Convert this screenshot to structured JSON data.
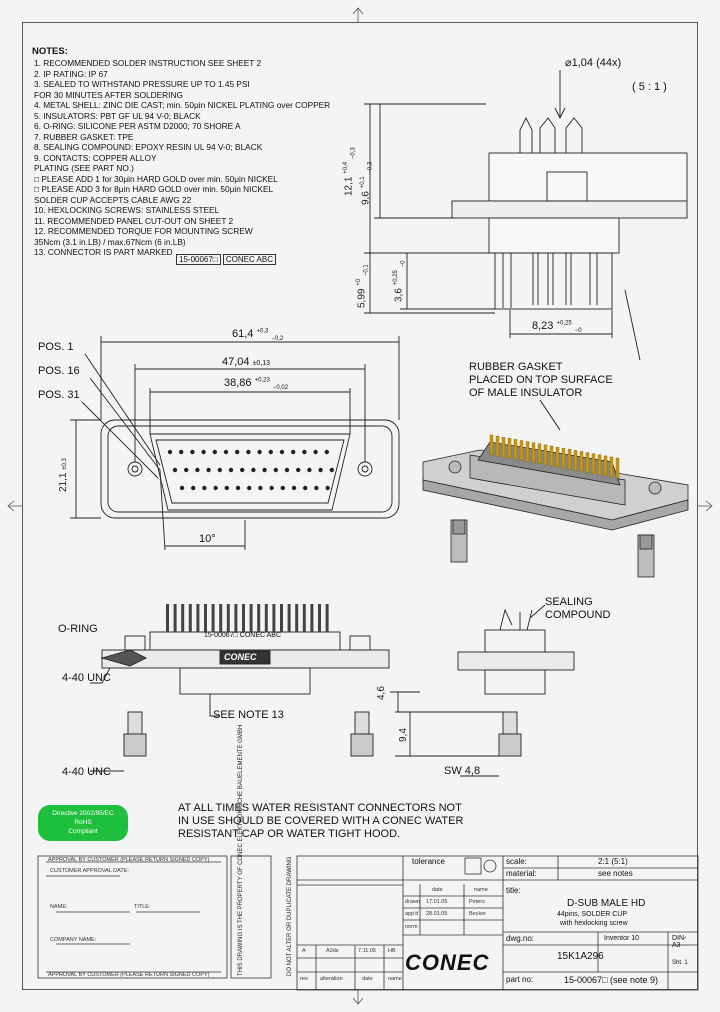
{
  "notes": {
    "title": "NOTES:",
    "items": [
      "1. RECOMMENDED SOLDER INSTRUCTION SEE SHEET 2",
      "2. IP RATING: IP 67",
      "3. SEALED TO WITHSTAND PRESSURE UP TO 1.45 PSI",
      "    FOR 30 MINUTES AFTER SOLDERING",
      "4. METAL SHELL: ZINC DIE CAST; min. 50μin NICKEL PLATING over COPPER",
      "5. INSULATORS: PBT GF UL 94 V-0; BLACK",
      "6. O-RING: SILICONE PER ASTM D2000; 70 SHORE A",
      "7. RUBBER GASKET: TPE",
      "8. SEALING COMPOUND: EPOXY RESIN UL 94 V-0; BLACK",
      "9. CONTACTS: COPPER ALLOY",
      "    PLATING (SEE PART NO.)",
      "    □ PLEASE ADD 1 for 30μin HARD GOLD over min. 50μin NICKEL",
      "    □ PLEASE ADD 3 for 8μin HARD GOLD over min. 50μin NICKEL",
      "    SOLDER CUP ACCEPTS CABLE AWG 22",
      "10. HEXLOCKING SCREWS: STAINLESS STEEL",
      "11. RECOMMENDED PANEL CUT-OUT ON SHEET 2",
      "12. RECOMMENDED TORQUE FOR MOUNTING SCREW",
      "    35Ncm (3.1 in.LB) / max.67Ncm (6 in.LB)",
      "13. CONNECTOR IS PART MARKED"
    ],
    "marking": [
      "15-00067□",
      "CONEC ABC"
    ]
  },
  "side_view": {
    "pin_dia": "⌀1,04 (44x)",
    "scale": "( 5 : 1 )",
    "dim_12_1": "12,1",
    "dim_12_1_tol": [
      "+0,4",
      "−0,3"
    ],
    "dim_9_6": "9,6",
    "dim_9_6_tol": [
      "+0,1",
      "−0,3"
    ],
    "dim_5_99": "5,99",
    "dim_5_99_tol": [
      "+0",
      "−0,1"
    ],
    "dim_3_6": "3,6",
    "dim_3_6_tol": [
      "+0,25",
      "−0"
    ],
    "dim_8_23": "8,23",
    "dim_8_23_tol": [
      "+0,25",
      "−0"
    ]
  },
  "front_view": {
    "pos1": "POS. 1",
    "pos16": "POS. 16",
    "pos31": "POS. 31",
    "dim_61_4": "61,4",
    "dim_61_4_tol": [
      "+0,3",
      "−0,2"
    ],
    "dim_47_04": "47,04",
    "dim_47_04_tol": "±0,13",
    "dim_38_86": "38,86",
    "dim_38_86_tol": [
      "+0,23",
      "−0,02"
    ],
    "dim_21_1": "21,1",
    "dim_21_1_tol": "±0,3",
    "angle": "10°"
  },
  "iso_view": {
    "gasket_label": [
      "RUBBER GASKET",
      "PLACED ON TOP SURFACE",
      "OF MALE INSULATOR"
    ]
  },
  "bottom_views": {
    "oring": "O-RING",
    "thread1": "4-40 UNC",
    "thread2": "4-40 UNC",
    "see_note": "SEE NOTE 13",
    "marking1": "15-00067□",
    "marking2": "CONEC ABC",
    "dim_4_6": "4,6",
    "dim_9_4": "9,4",
    "sw": "SW 4,8",
    "sealing": [
      "SEALING",
      "COMPOUND"
    ]
  },
  "warning": {
    "lines": [
      "AT ALL TIMES WATER RESISTANT CONNECTORS NOT",
      "IN USE SHOULD BE COVERED WITH A CONEC WATER",
      "RESISTANT CAP OR WATER TIGHT HOOD."
    ]
  },
  "badge": {
    "lines": [
      "Directive 2002/95/EC",
      "RoHS",
      "Compliant"
    ]
  },
  "title_block": {
    "tolerance": "tolerance",
    "scale_label": "scale:",
    "scale_value": "2:1 (5:1)",
    "material_label": "material:",
    "material_value": "see notes",
    "title_label": "title:",
    "title_main": "D-SUB MALE HD",
    "title_sub1": "44pins, SOLDER CUP",
    "title_sub2": "with hexlocking screw",
    "dwg_label": "dwg.no:",
    "dwg_value": "15K1A296",
    "software": "Inventor 10",
    "size": "DIN-A3",
    "sheet": "Sht. 1",
    "part_label": "part no:",
    "part_value": "15-00067□ (see note 9)",
    "logo": "CONEC",
    "col_date": "date",
    "col_name": "name",
    "drawn": "drawn",
    "drawn_date": "17.01.05",
    "drawn_name": "Peters",
    "appd": "app'd",
    "appd_date": "28.01.05",
    "appd_name": "Becker",
    "norm": "norm",
    "rev_row": [
      "A",
      "A3ds",
      "7.11.05",
      "HB"
    ],
    "rev_cols": [
      "rev.",
      "alteration",
      "date",
      "name"
    ]
  },
  "approval_box": {
    "top_line": "APPROVAL BY CUSTOMER (PLEASE RETURN SIGNED COPY)",
    "customer": "CUSTOMER APPROVAL DATE:",
    "name": "NAME:",
    "title": "TITLE:",
    "company": "COMPANY NAME:",
    "bottom_line": "APPROVAL BY CUSTOMER (PLEASE RETURN SIGNED COPY)"
  },
  "side_texts": {
    "dont_alter": "DO NOT ALTER OR DUPLICATE DRAWING",
    "property": "THIS DRAWING IS THE PROPERTY OF CONEC ELEKTRONISCHE BAUELEMENTE GMBH"
  }
}
